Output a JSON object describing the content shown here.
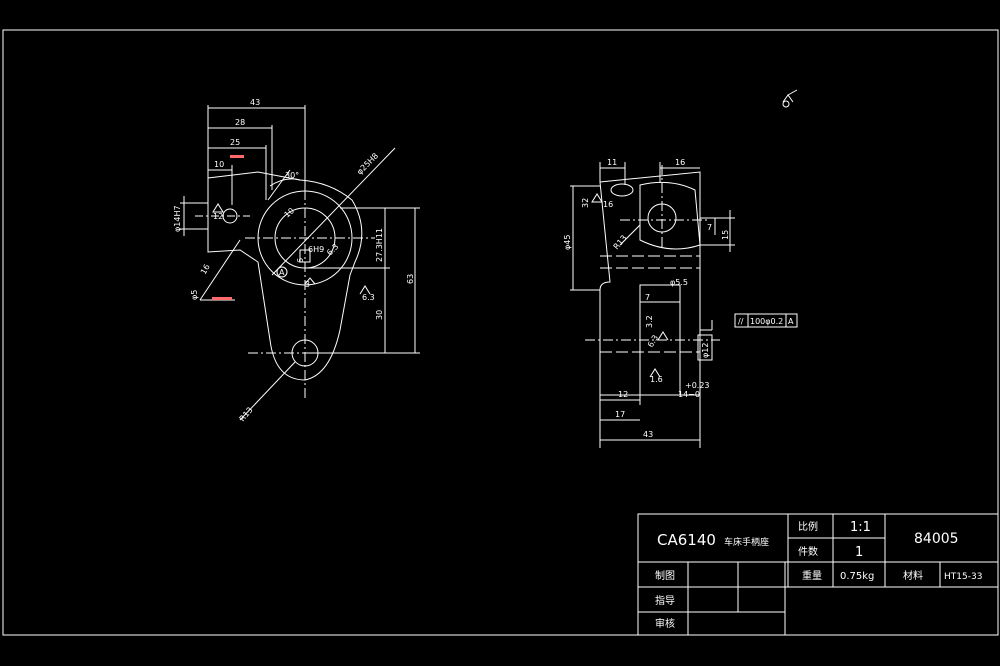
{
  "colors": {
    "background": "#000000",
    "line": "#ffffff",
    "highlight": "#ff6a6a"
  },
  "left_view": {
    "dims": {
      "d43": "43",
      "d28": "28",
      "d25": "25",
      "d10": "10",
      "ang30": "30°",
      "phi25h8": "φ25H8",
      "phi14h7": "φ14H7",
      "r12": "12",
      "r10": "10",
      "d6h9": "6H9",
      "d6": "6",
      "r63small": "6.3",
      "d273h11": "27.3H11",
      "d63": "63",
      "d30": "30",
      "d16": "16",
      "phi5": "φ5",
      "r13": "R13",
      "d3": "3",
      "r63b": "6.3",
      "ra": "A"
    }
  },
  "right_view": {
    "dims": {
      "d11": "11",
      "d16": "16",
      "d32": "32",
      "r16": "16",
      "phi45": "φ45",
      "r13": "R13",
      "d7": "7",
      "d15": "15",
      "phi55": "φ5.5",
      "d7b": "7",
      "d32b": "3.2",
      "d63": "6.3",
      "phi12": "φ12",
      "r16b": "1.6",
      "d12": "12",
      "tol": "+0.23",
      "d14": "14−0",
      "d17": "17",
      "d43": "43"
    },
    "tolerance_frame": {
      "sym": "//",
      "value": "100φ0.2",
      "datum": "A"
    }
  },
  "title_block": {
    "part_name_main": "CA6140",
    "part_name_sub": "车床手柄座",
    "scale_label": "比例",
    "scale_value": "1:1",
    "qty_label": "件数",
    "qty_value": "1",
    "drawing_no": "84005",
    "drawn_label": "制图",
    "weight_label": "重量",
    "weight_value": "0.75kg",
    "material_label": "材料",
    "material_value": "HT15-33",
    "guide_label": "指导",
    "review_label": "审核"
  }
}
